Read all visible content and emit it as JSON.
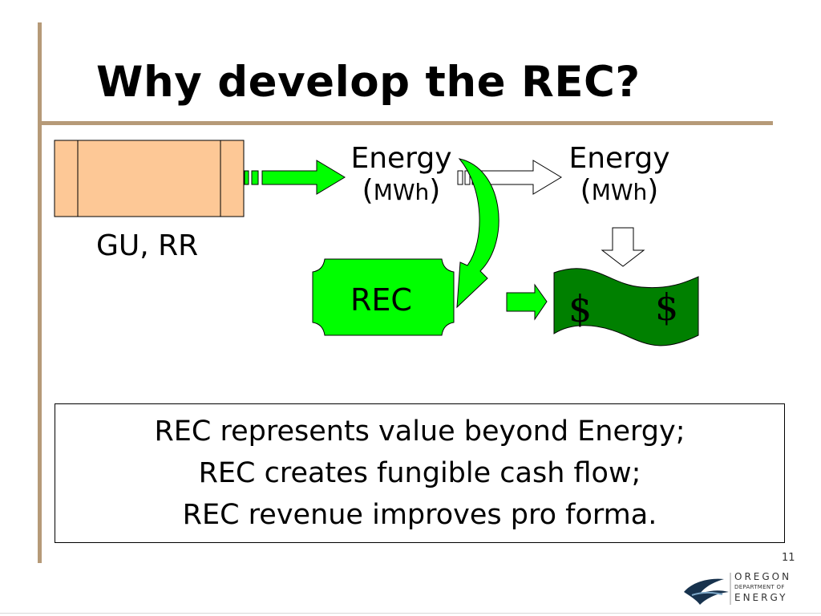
{
  "slide": {
    "title": "Why develop the REC?",
    "page_number": "11"
  },
  "diagram": {
    "source_label": "GU, RR",
    "energy_1": {
      "word": "Energy",
      "unit": "MWh"
    },
    "energy_2": {
      "word": "Energy",
      "unit": "MWh"
    },
    "rec_label": "REC",
    "dollar_left": "$",
    "dollar_right": "$"
  },
  "summary": {
    "lines": [
      "REC represents value beyond Energy;",
      "REC creates fungible cash flow;",
      "REC revenue improves pro forma."
    ]
  },
  "logo": {
    "line1": "OREGON",
    "line2": "DEPARTMENT OF",
    "line3": "ENERGY"
  },
  "colors": {
    "accent_bar": "#b69a78",
    "box_fill": "#fdc896",
    "green": "#00ff00",
    "dark_green": "#008000"
  }
}
